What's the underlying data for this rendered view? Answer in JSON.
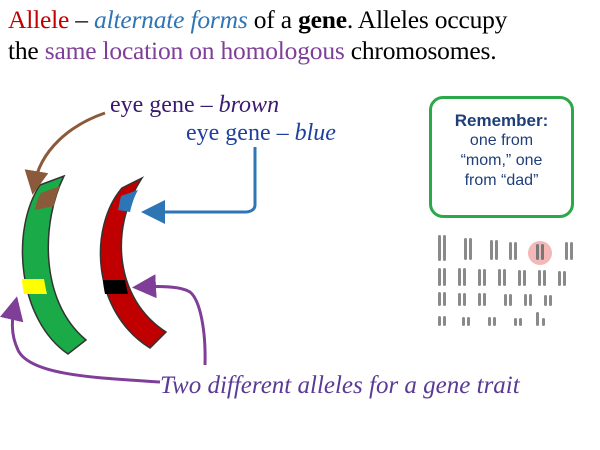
{
  "header": {
    "allele": "Allele",
    "dash": " – ",
    "alt_forms": "alternate forms",
    "of_a": " of a ",
    "gene": "gene",
    "rest1": ".  Alleles occupy",
    "the": "the ",
    "same_location": "same location on homologous",
    "chromosomes": " chromosomes."
  },
  "labels": {
    "brown_gene": "eye gene",
    "brown_dash": " – ",
    "brown_value": "brown",
    "blue_gene": "eye gene",
    "blue_dash": " – ",
    "blue_value": "blue"
  },
  "note": {
    "title": "Remember:",
    "line1": "one from",
    "line2": "“mom,” one",
    "line3": "from “dad”"
  },
  "caption": "Two different alleles for a gene trait",
  "colors": {
    "green_chromosome": "#1aaa48",
    "red_chromosome": "#c00000",
    "brown_band": "#8a5a3a",
    "blue_band": "#2e75b6",
    "yellow_band": "#ffff00",
    "black_band": "#000000",
    "note_border": "#2aa84a",
    "arrow_brown": "#8b5a3a",
    "arrow_blue": "#2e75b6",
    "arrow_purple": "#7f3f98"
  }
}
